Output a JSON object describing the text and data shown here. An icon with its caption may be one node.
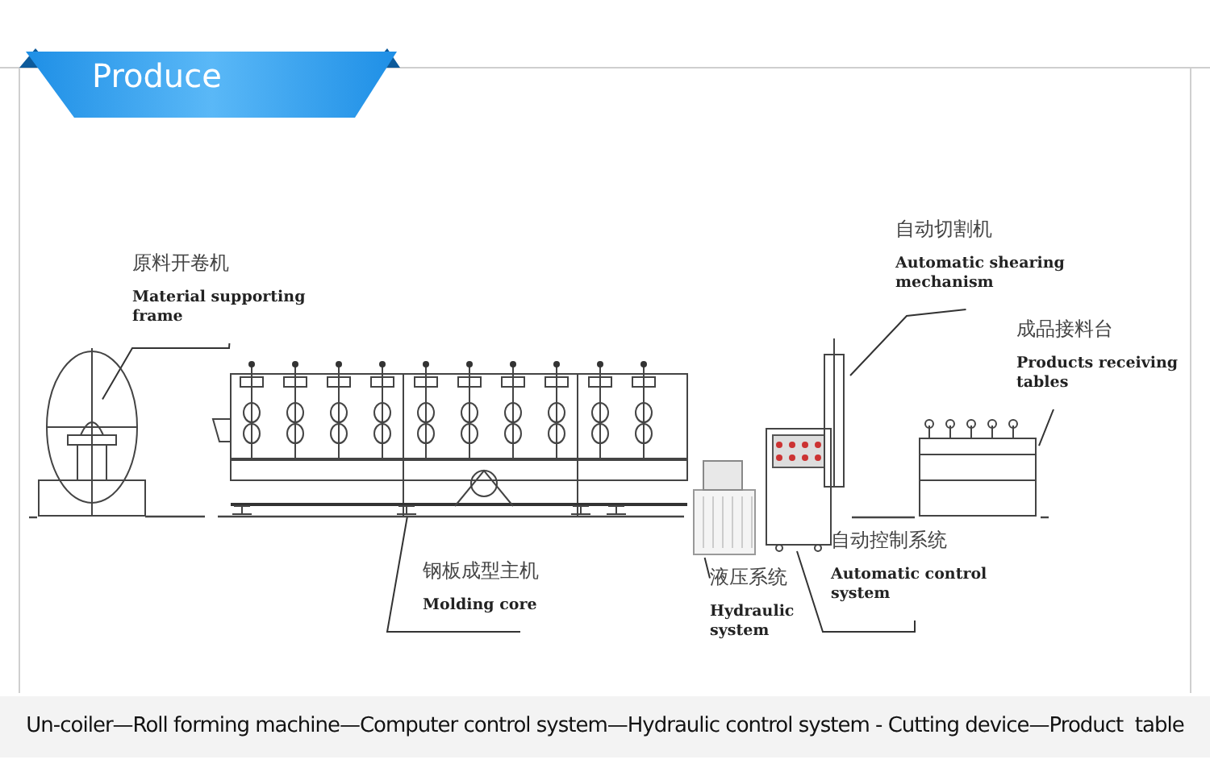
{
  "diagram": {
    "title": "Produce",
    "caption": "Un-coiler—Roll forming machine—Computer control system—Hydraulic control system - Cutting device—Product  table",
    "nodes": [
      {
        "text": [
          "原料开卷机",
          "Material supporting frame"
        ]
      },
      {
        "text": [
          "钢板成型主机",
          "Molding core"
        ]
      },
      {
        "text": [
          "液压系统",
          "Hydraulic system"
        ]
      },
      {
        "text": [
          "自动控制系统",
          "Automatic control system"
        ]
      },
      {
        "text": [
          "自动切割机",
          "Automatic shearing mechanism"
        ]
      },
      {
        "text": [
          "成品接料台",
          "Products receiving tables"
        ]
      },
      {
        "text": [],
        "shape": "picture"
      },
      {
        "text": [],
        "shape": "picture"
      },
      {
        "text": [],
        "shape": "picture"
      },
      {
        "text": [],
        "shape": "picture"
      },
      {
        "text": [],
        "shape": "box"
      },
      {
        "text": [],
        "shape": "picture"
      }
    ],
    "edges": [
      {
        "from": 0,
        "to": 6,
        "arrow": "none"
      },
      {
        "from": 1,
        "to": 7,
        "arrow": "none"
      },
      {
        "from": 2,
        "to": 8,
        "arrow": "none"
      },
      {
        "from": 3,
        "to": 9,
        "arrow": "none"
      },
      {
        "from": 4,
        "to": 10,
        "arrow": "none"
      },
      {
        "from": 5,
        "to": 11,
        "arrow": "none"
      }
    ]
  }
}
